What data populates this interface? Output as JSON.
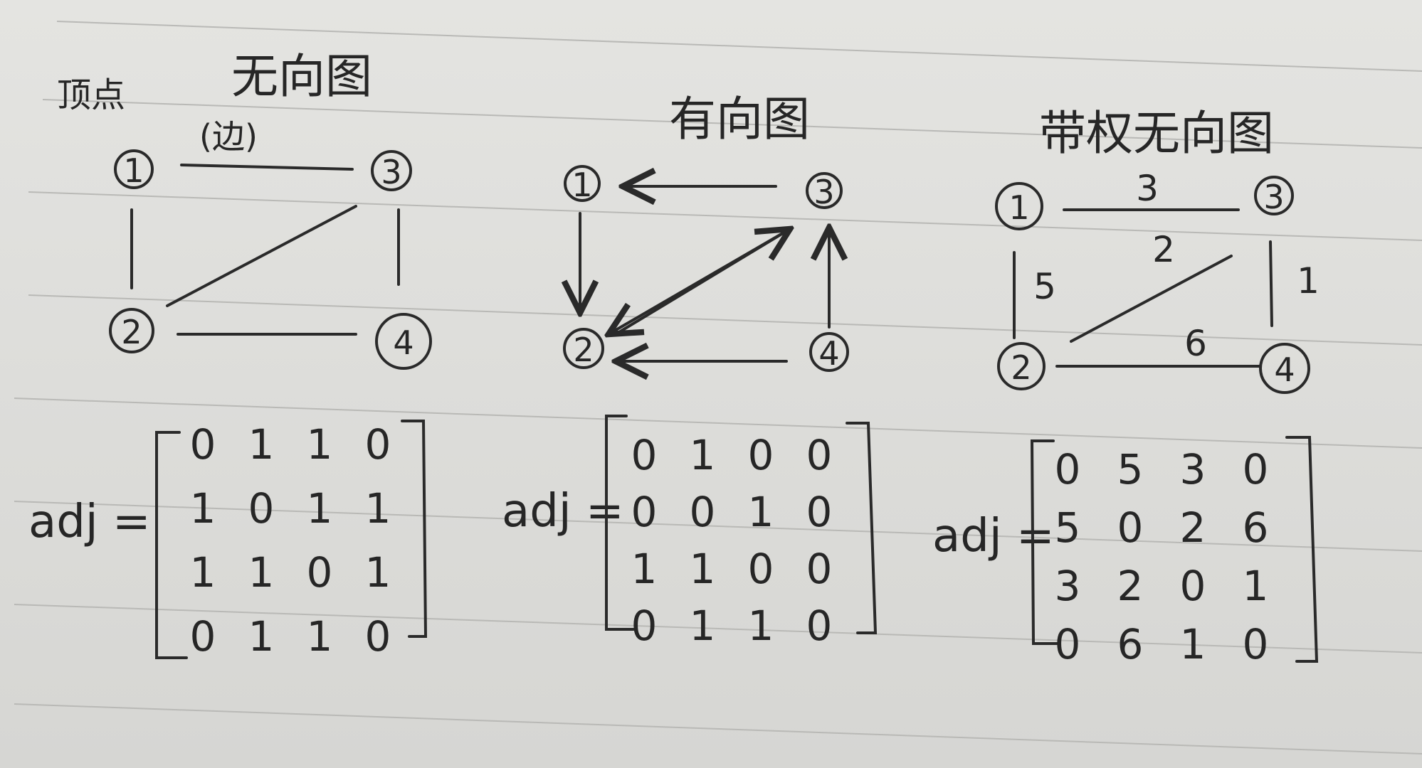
{
  "header": {
    "vertex_label": "顶点"
  },
  "graphs": [
    {
      "title": "无向图",
      "edge_label": "(边)",
      "nodes": [
        "1",
        "2",
        "3",
        "4"
      ],
      "edges": [
        [
          "1",
          "3",
          ""
        ],
        [
          "1",
          "2",
          ""
        ],
        [
          "2",
          "3",
          ""
        ],
        [
          "3",
          "4",
          ""
        ],
        [
          "2",
          "4",
          ""
        ]
      ],
      "matrix_label": "adj =",
      "matrix": [
        [
          "0",
          "1",
          "1",
          "0"
        ],
        [
          "1",
          "0",
          "1",
          "1"
        ],
        [
          "1",
          "1",
          "0",
          "1"
        ],
        [
          "0",
          "1",
          "1",
          "0"
        ]
      ]
    },
    {
      "title": "有向图",
      "nodes": [
        "1",
        "2",
        "3",
        "4"
      ],
      "edges": [
        [
          "3",
          "1",
          ""
        ],
        [
          "1",
          "2",
          ""
        ],
        [
          "2",
          "3",
          ""
        ],
        [
          "3",
          "2",
          ""
        ],
        [
          "4",
          "3",
          ""
        ],
        [
          "4",
          "2",
          ""
        ]
      ],
      "matrix_label": "adj =",
      "matrix": [
        [
          "0",
          "1",
          "0",
          "0"
        ],
        [
          "0",
          "0",
          "1",
          "0"
        ],
        [
          "1",
          "1",
          "0",
          "0"
        ],
        [
          "0",
          "1",
          "1",
          "0"
        ]
      ]
    },
    {
      "title": "带权无向图",
      "nodes": [
        "1",
        "2",
        "3",
        "4"
      ],
      "edges": [
        [
          "1",
          "3",
          "3"
        ],
        [
          "1",
          "2",
          "5"
        ],
        [
          "2",
          "3",
          "2"
        ],
        [
          "3",
          "4",
          "1"
        ],
        [
          "2",
          "4",
          "6"
        ]
      ],
      "matrix_label": "adj =",
      "matrix": [
        [
          "0",
          "5",
          "3",
          "0"
        ],
        [
          "5",
          "0",
          "2",
          "6"
        ],
        [
          "3",
          "2",
          "0",
          "1"
        ],
        [
          "0",
          "6",
          "1",
          "0"
        ]
      ]
    }
  ]
}
